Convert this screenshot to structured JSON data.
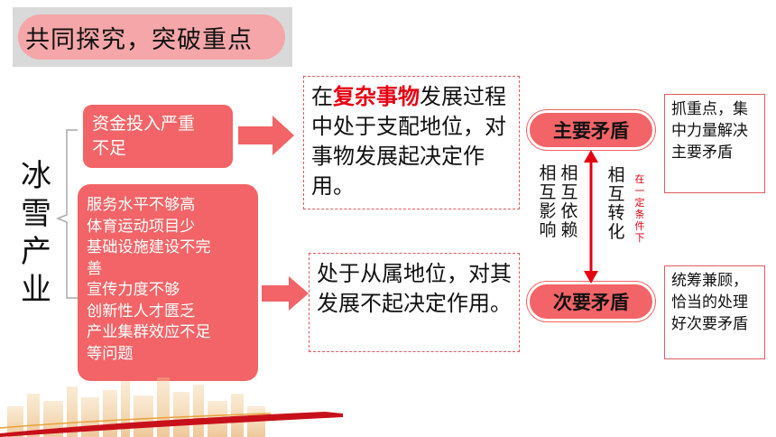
{
  "title": "共同探究，突破重点",
  "side_label": [
    "冰",
    "雪",
    "产",
    "业"
  ],
  "box_top": {
    "lines": [
      "资金投入严重",
      "不足"
    ]
  },
  "box_bottom": {
    "lines": [
      "服务水平不够高",
      "体育运动项目少",
      "基础设施建设不完",
      "善",
      "宣传力度不够",
      "创新性人才匮乏",
      "产业集群效应不足",
      "等问题"
    ]
  },
  "main_desc": {
    "prefix": "在",
    "highlight": "复杂事物",
    "rest": "发展过程中处于支配地位，对事物发展起决定作用。"
  },
  "secondary_desc": "处于从属地位，对其发展不起决定作用。",
  "main_contradiction": "主要矛盾",
  "secondary_contradiction": "次要矛盾",
  "relation_left_a": [
    "相",
    "互",
    "影",
    "响"
  ],
  "relation_left_b": [
    "相",
    "互",
    "依",
    "赖"
  ],
  "relation_right": [
    "相",
    "互",
    "转",
    "化"
  ],
  "condition": [
    "在",
    "一",
    "定",
    "条",
    "件",
    "下"
  ],
  "note_main": "抓重点，集中力量解决主要矛盾",
  "note_secondary": "统筹兼顾，恰当的处理好次要矛盾",
  "colors": {
    "accent_red": "#f26467",
    "highlight_red": "#e60012",
    "title_pill": "#f4a6a8"
  }
}
